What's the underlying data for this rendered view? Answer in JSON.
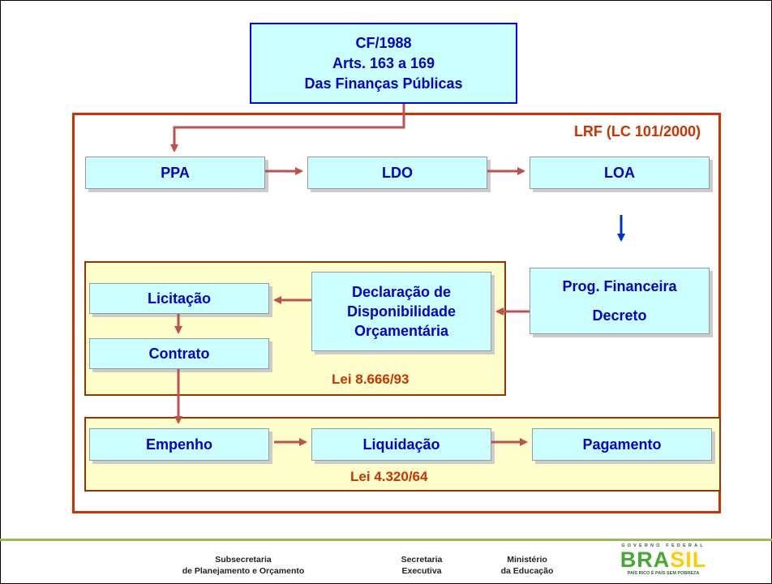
{
  "constitution": {
    "line1": "CF/1988",
    "line2": "Arts. 163 a 169",
    "line3": "Das Finanças Públicas"
  },
  "lrf_label": "LRF (LC 101/2000)",
  "planning": {
    "ppa": "PPA",
    "ldo": "LDO",
    "loa": "LOA"
  },
  "prog": {
    "line1": "Prog. Financeira",
    "line2": "Decreto"
  },
  "lei8666": {
    "label": "Lei 8.666/93",
    "licitacao": "Licitação",
    "contrato": "Contrato",
    "declaracao1": "Declaração de",
    "declaracao2": "Disponibilidade",
    "declaracao3": "Orçamentária"
  },
  "lei4320": {
    "label": "Lei 4.320/64",
    "empenho": "Empenho",
    "liquidacao": "Liquidação",
    "pagamento": "Pagamento"
  },
  "footer": {
    "sub1": "Subsecretaria",
    "sub2": "de Planejamento e Orçamento",
    "sec1": "Secretaria",
    "sec2": "Executiva",
    "min1": "Ministério",
    "min2": "da Educação",
    "logo_top": "GOVERNO FEDERAL",
    "logo_main_a": "BRA",
    "logo_main_b": "SIL",
    "logo_bottom": "PAÍS RICO É PAÍS SEM POBREZA"
  },
  "colors": {
    "box_fill": "#ccffff",
    "text_blue": "#0000cc",
    "law_red": "#cc3300",
    "arrow": "#c0504d",
    "yellow_fill": "#ffffcc"
  }
}
